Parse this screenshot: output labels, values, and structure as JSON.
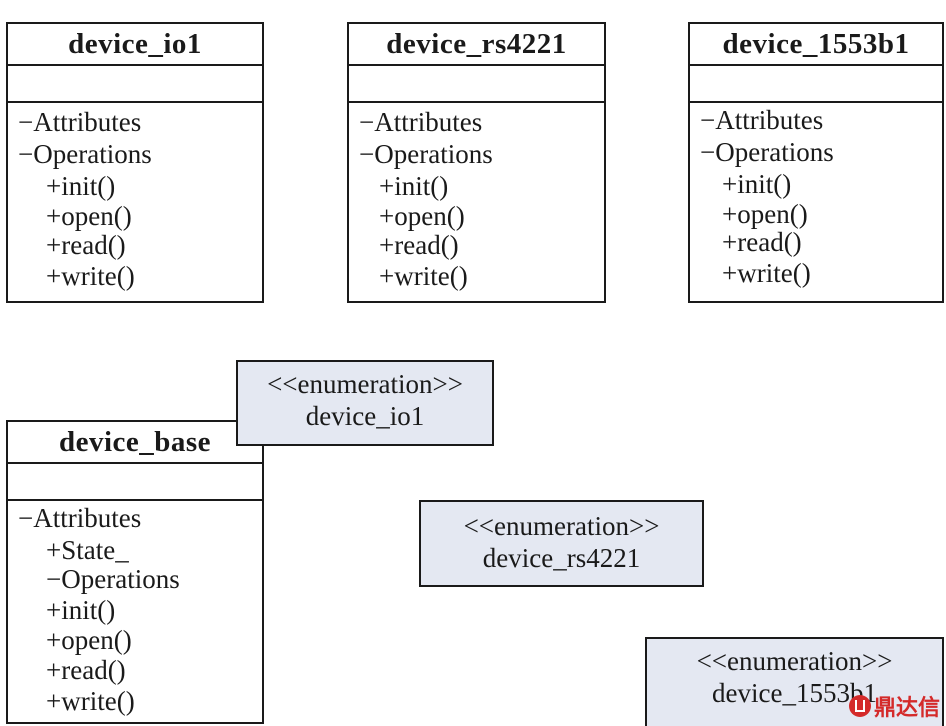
{
  "classes": {
    "io1": {
      "name": "device_io1",
      "attributes_label": "Attributes",
      "operations_label": "Operations",
      "ops": [
        "init()",
        "open()",
        "read()",
        "write()"
      ]
    },
    "rs4221": {
      "name": "device_rs4221",
      "attributes_label": "Attributes",
      "operations_label": "Operations",
      "ops": [
        "init()",
        "open()",
        "read()",
        "write()"
      ]
    },
    "b1553": {
      "name": "device_1553b1",
      "attributes_label": "Attributes",
      "operations_label": "Operations",
      "ops": [
        "init()",
        "open()",
        "read()",
        "write()"
      ]
    },
    "base": {
      "name": "device_base",
      "attributes_label": "Attributes",
      "attribute_items": [
        "State_"
      ],
      "operations_label": "Operations",
      "ops": [
        "init()",
        "open()",
        "read()",
        "write()"
      ]
    }
  },
  "enumerations": [
    {
      "stereotype": "<<enumeration>>",
      "name": "device_io1"
    },
    {
      "stereotype": "<<enumeration>>",
      "name": "device_rs4221"
    },
    {
      "stereotype": "<<enumeration>>",
      "name": "device_1553b1"
    }
  ],
  "symbols": {
    "public": "+",
    "section": "−"
  },
  "watermark": {
    "text": "鼎达信",
    "color": "#d42a2a"
  }
}
